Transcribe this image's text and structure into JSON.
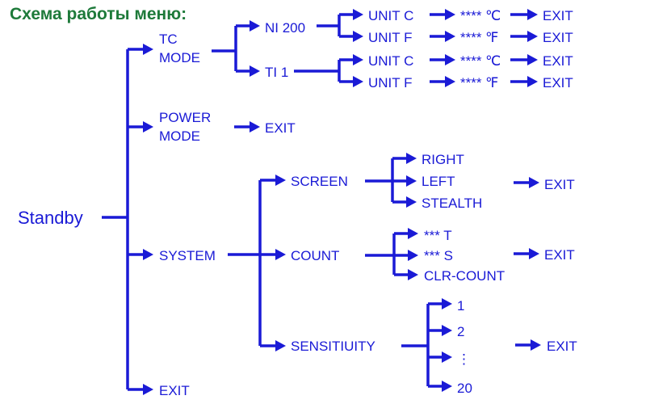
{
  "title": "Схема работы меню:",
  "colors": {
    "title": "#1e7a3a",
    "diagram": "#1a1ad6",
    "background": "#ffffff"
  },
  "root": "Standby",
  "tc_mode": {
    "label_line1": "TC",
    "label_line2": "MODE",
    "ni200": {
      "label": "NI 200",
      "unit_c": "UNIT C",
      "value_c": "**** ℃",
      "exit_c": "EXIT",
      "unit_f": "UNIT F",
      "value_f": "**** ℉",
      "exit_f": "EXIT"
    },
    "ti1": {
      "label": "TI 1",
      "unit_c": "UNIT C",
      "value_c": "**** ℃",
      "exit_c": "EXIT",
      "unit_f": "UNIT F",
      "value_f": "**** ℉",
      "exit_f": "EXIT"
    }
  },
  "power_mode": {
    "label_line1": "POWER",
    "label_line2": "MODE",
    "exit": "EXIT"
  },
  "system": {
    "label": "SYSTEM",
    "screen": {
      "label": "SCREEN",
      "options": [
        "RIGHT",
        "LEFT",
        "STEALTH"
      ],
      "exit": "EXIT"
    },
    "count": {
      "label": "COUNT",
      "options": [
        "*** T",
        "*** S",
        "CLR-COUNT"
      ],
      "exit": "EXIT"
    },
    "sensitivity": {
      "label": "SENSITIUITY",
      "options": [
        "1",
        "2",
        "⋮",
        "20"
      ],
      "exit": "EXIT"
    }
  },
  "exit": "EXIT"
}
